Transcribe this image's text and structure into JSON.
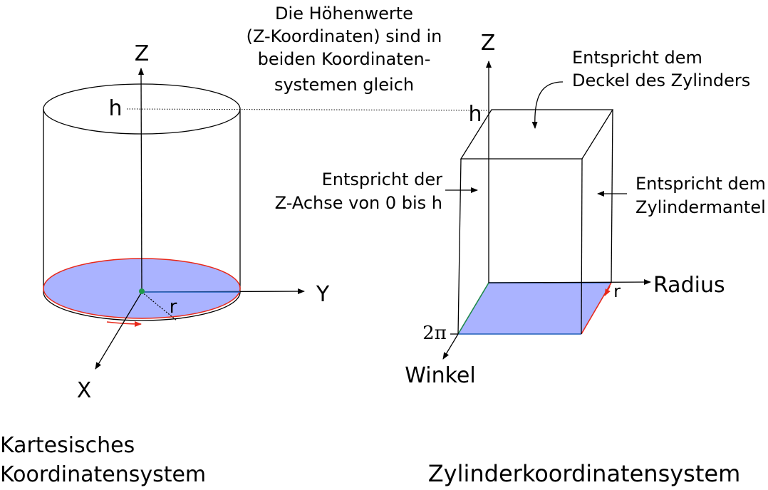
{
  "cylinder": {
    "z_label": "Z",
    "h_label": "h",
    "y_label": "Y",
    "x_label": "X",
    "r_label": "r"
  },
  "note": {
    "lines": [
      "Die Höhenwerte",
      "(Z-Koordinaten) sind in",
      "beiden Koordinaten-",
      "systemen gleich"
    ]
  },
  "box": {
    "z_label": "Z",
    "h_label": "h",
    "radius_label": "Radius",
    "r_label": "r",
    "two_pi_label": "2π",
    "angle_label": "Winkel"
  },
  "annotations": {
    "lid": [
      "Entspricht dem",
      "Deckel des Zylinders"
    ],
    "z_axis": [
      "Entspricht der",
      "Z-Achse von 0 bis h"
    ],
    "mantle": [
      "Entspricht dem",
      "Zylindermantel"
    ]
  },
  "captions": {
    "left": [
      "Kartesisches",
      "Koordinatensystem"
    ],
    "right": "Zylinderkoordinatensystem"
  },
  "colors": {
    "base_fill": "#aab3ff",
    "red": "#e8291b",
    "blue_edge": "#1f5fb8",
    "green_edge": "#1e8a4a",
    "origin": "#1f9a4a"
  }
}
